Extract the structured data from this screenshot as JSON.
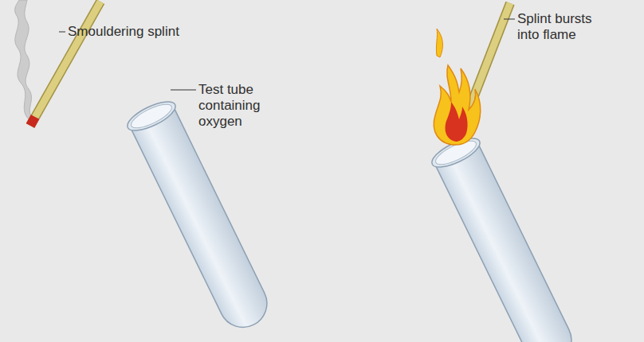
{
  "diagram": {
    "labels": [
      "Smouldering splint",
      "Test tube containing oxygen",
      "Splint bursts into flame"
    ]
  }
}
